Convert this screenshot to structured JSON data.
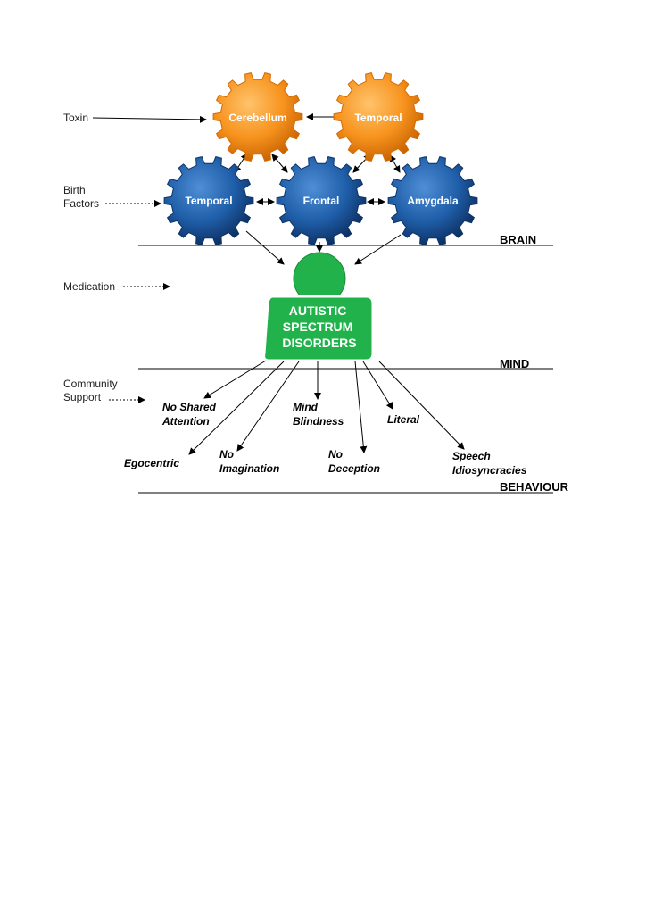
{
  "colors": {
    "orange_gear": "#f7931e",
    "orange_gear_dark": "#d46a00",
    "blue_gear": "#1f5ea8",
    "blue_gear_dark": "#0d3366",
    "center_green": "#22b24c",
    "line": "#000000"
  },
  "factors": {
    "toxin": "Toxin",
    "birth": [
      "Birth",
      "Factors"
    ],
    "medication": "Medication",
    "community": [
      "Community",
      "Support"
    ]
  },
  "gears": {
    "cerebellum": "Cerebellum",
    "temporal_top": "Temporal",
    "temporal_left": "Temporal",
    "frontal": "Frontal",
    "amygdala": "Amygdala"
  },
  "center": [
    "AUTISTIC",
    "SPECTRUM",
    "DISORDERS"
  ],
  "layers": {
    "brain": "BRAIN",
    "mind": "MIND",
    "behaviour": "BEHAVIOUR"
  },
  "behaviours": {
    "no_shared_attention": [
      "No Shared",
      "Attention"
    ],
    "egocentric": [
      "Egocentric"
    ],
    "no_imagination": [
      "No",
      "Imagination"
    ],
    "mind_blindness": [
      "Mind",
      "Blindness"
    ],
    "no_deception": [
      "No",
      "Deception"
    ],
    "literal": [
      "Literal"
    ],
    "speech_idiosyncracies": [
      "Speech",
      "Idiosyncracies"
    ]
  }
}
